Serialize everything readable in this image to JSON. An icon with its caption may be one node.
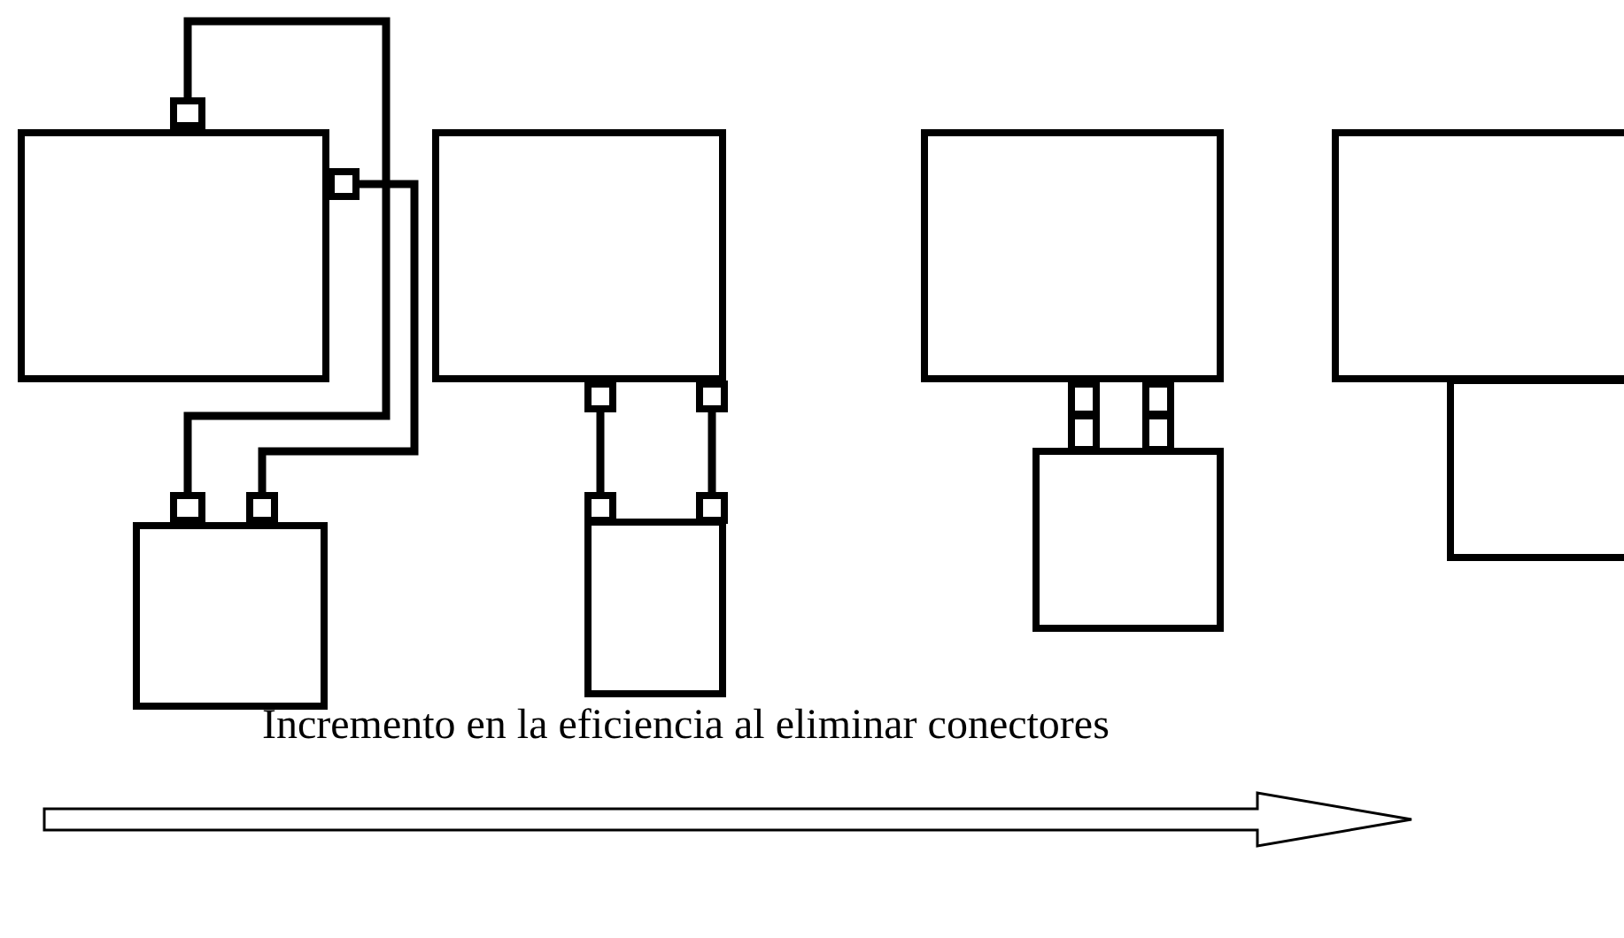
{
  "diagram": {
    "nodes": [
      {
        "text": [],
        "shape": "box"
      },
      {
        "text": [],
        "shape": "box"
      },
      {
        "text": [],
        "shape": "box"
      },
      {
        "text": [],
        "shape": "box"
      },
      {
        "text": [],
        "shape": "box"
      },
      {
        "text": [],
        "shape": "box"
      },
      {
        "text": [],
        "shape": "box"
      },
      {
        "text": [],
        "shape": "box"
      },
      {
        "text": [],
        "shape": "box"
      },
      {
        "text": [],
        "shape": "box"
      },
      {
        "text": [],
        "shape": "box"
      },
      {
        "text": [],
        "shape": "box"
      },
      {
        "text": [],
        "shape": "box"
      },
      {
        "text": [],
        "shape": "box"
      },
      {
        "text": [],
        "shape": "box"
      },
      {
        "text": [],
        "shape": "box"
      },
      {
        "text": [],
        "shape": "box"
      },
      {
        "text": [],
        "shape": "box"
      },
      {
        "text": [],
        "shape": "box"
      },
      {
        "text": [],
        "shape": "box"
      }
    ],
    "edges": [
      {
        "from": 1,
        "to": 4,
        "arrow": "none"
      },
      {
        "from": 2,
        "to": 5,
        "arrow": "none"
      },
      {
        "from": 7,
        "to": 10,
        "arrow": "none"
      },
      {
        "from": 8,
        "to": 11,
        "arrow": "none"
      }
    ],
    "labels": [
      "Incremento en la eficiencia al eliminar conectores"
    ]
  }
}
